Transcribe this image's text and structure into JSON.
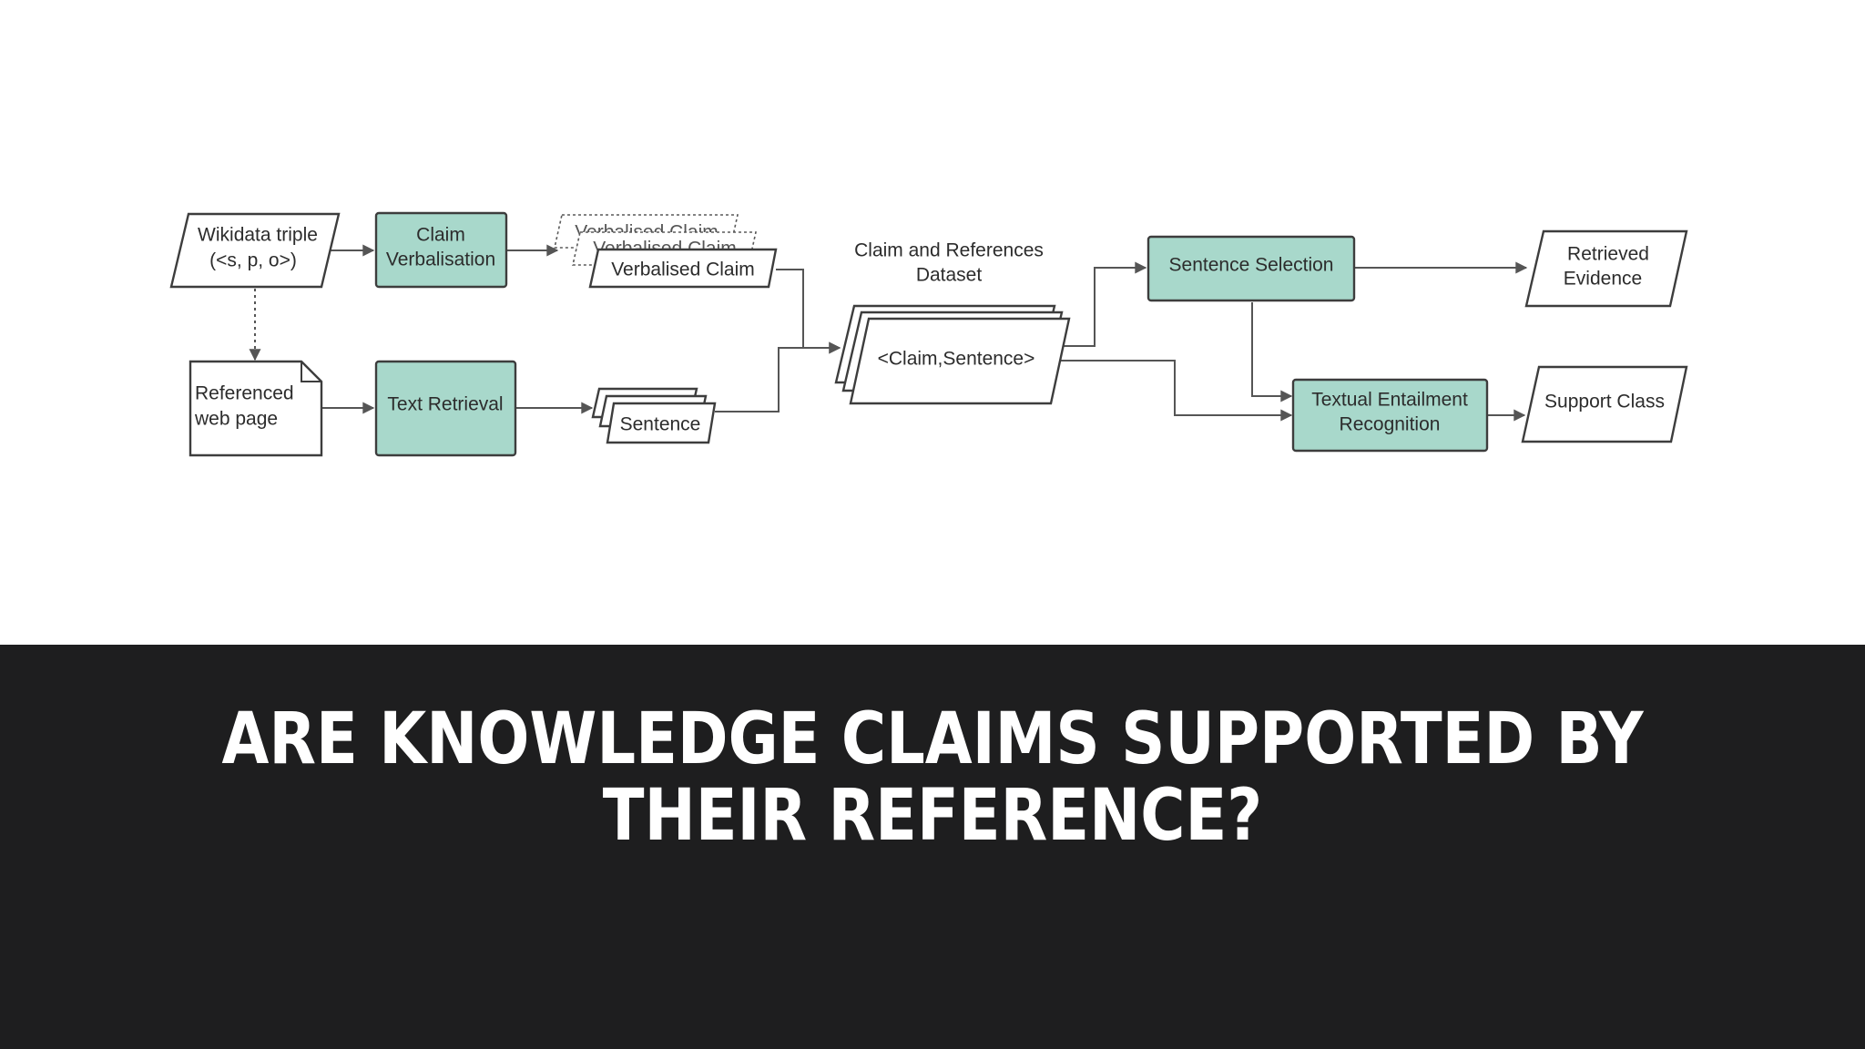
{
  "diagram": {
    "nodes": {
      "wikidata_triple": [
        "Wikidata triple",
        "(<s, p, o>)"
      ],
      "claim_verbalisation": [
        "Claim",
        "Verbalisation"
      ],
      "verbalised_claim": "Verbalised Claim",
      "verbalised_claim_ghost_1": "Verbalised Claim",
      "verbalised_claim_ghost_2": "Verbalised Claim",
      "referenced_web_page": [
        "Referenced",
        "web page"
      ],
      "text_retrieval": "Text Retrieval",
      "sentence": "Sentence",
      "dataset_title": [
        "Claim and References",
        "Dataset"
      ],
      "claim_sentence_pair": "<Claim,Sentence>",
      "sentence_selection": "Sentence Selection",
      "retrieved_evidence": [
        "Retrieved",
        "Evidence"
      ],
      "textual_entailment_recognition": [
        "Textual Entailment",
        "Recognition"
      ],
      "support_class": "Support Class"
    },
    "colors": {
      "process_fill": "#a8d8cb",
      "outline": "#3d3d3d",
      "edge": "#555555"
    }
  },
  "caption": {
    "line_1": "ARE KNOWLEDGE CLAIMS SUPPORTED BY",
    "line_2": "THEIR REFERENCE?",
    "band_color": "#1e1e1f"
  }
}
